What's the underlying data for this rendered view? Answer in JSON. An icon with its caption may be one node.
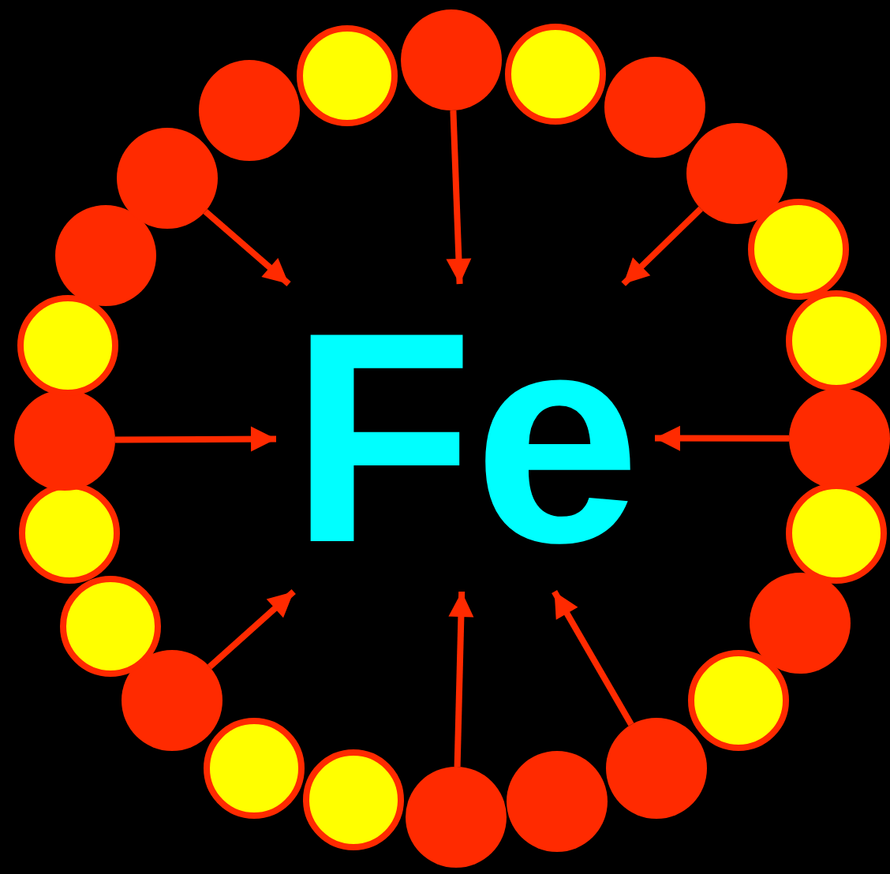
{
  "diagram": {
    "nodes": [
      {
        "text": [
          "Fe"
        ]
      },
      {
        "text": [],
        "shape": "circle"
      },
      {
        "text": [],
        "shape": "circle"
      },
      {
        "text": [],
        "shape": "circle"
      },
      {
        "text": [],
        "shape": "circle"
      },
      {
        "text": [],
        "shape": "circle"
      },
      {
        "text": [],
        "shape": "circle"
      },
      {
        "text": [],
        "shape": "circle"
      },
      {
        "text": [],
        "shape": "circle"
      },
      {
        "text": [],
        "shape": "circle"
      },
      {
        "text": [],
        "shape": "circle"
      },
      {
        "text": [],
        "shape": "circle"
      },
      {
        "text": [],
        "shape": "circle"
      },
      {
        "text": [],
        "shape": "circle"
      },
      {
        "text": [],
        "shape": "circle"
      },
      {
        "text": [],
        "shape": "circle"
      },
      {
        "text": [],
        "shape": "circle"
      },
      {
        "text": [],
        "shape": "circle"
      },
      {
        "text": [],
        "shape": "circle"
      },
      {
        "text": [],
        "shape": "circle"
      },
      {
        "text": [],
        "shape": "circle"
      },
      {
        "text": [],
        "shape": "circle"
      },
      {
        "text": [],
        "shape": "circle"
      },
      {
        "text": [],
        "shape": "circle"
      },
      {
        "text": [],
        "shape": "circle"
      }
    ],
    "edges": [
      {
        "from": 1,
        "to": 0,
        "arrow": "to"
      },
      {
        "from": 4,
        "to": 0,
        "arrow": "to"
      },
      {
        "from": 7,
        "to": 0,
        "arrow": "to"
      },
      {
        "from": 11,
        "to": 0,
        "arrow": "to"
      },
      {
        "from": 13,
        "to": 0,
        "arrow": "to"
      },
      {
        "from": 16,
        "to": 0,
        "arrow": "to"
      },
      {
        "from": 19,
        "to": 0,
        "arrow": "to"
      },
      {
        "from": 22,
        "to": 0,
        "arrow": "to"
      }
    ]
  }
}
